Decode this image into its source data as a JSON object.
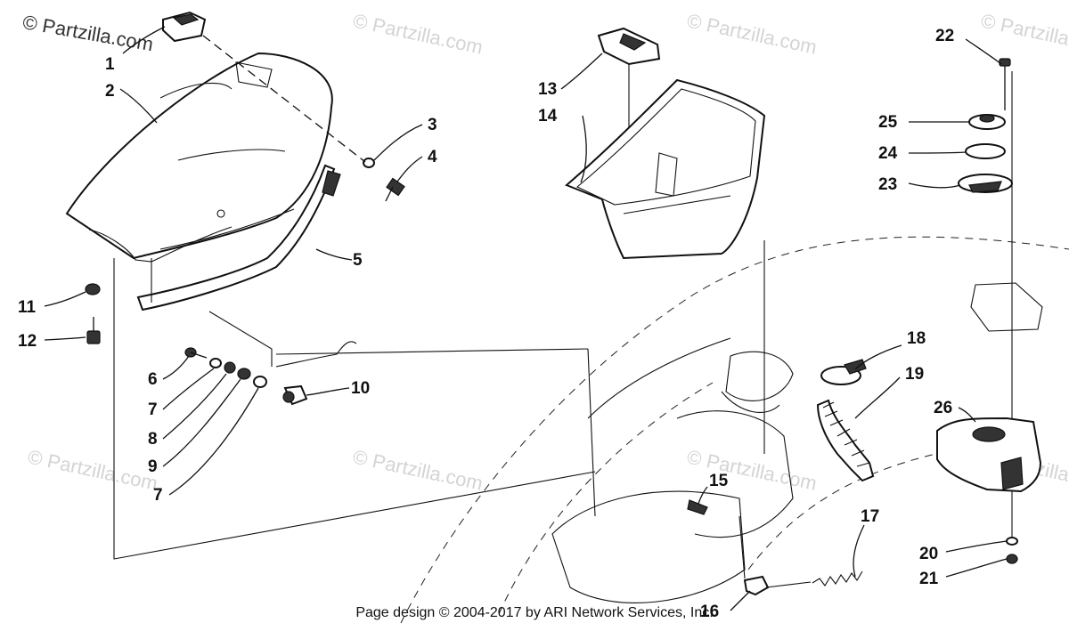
{
  "watermark": {
    "text": "© Partzilla.com",
    "header_text": "© Partzilla.com"
  },
  "footer": {
    "text": "Page design © 2004-2017 by ARI Network Services, Inc."
  },
  "callouts": [
    {
      "id": "1",
      "label": "1"
    },
    {
      "id": "2",
      "label": "2"
    },
    {
      "id": "3",
      "label": "3"
    },
    {
      "id": "4",
      "label": "4"
    },
    {
      "id": "5",
      "label": "5"
    },
    {
      "id": "6",
      "label": "6"
    },
    {
      "id": "7a",
      "label": "7"
    },
    {
      "id": "8",
      "label": "8"
    },
    {
      "id": "9",
      "label": "9"
    },
    {
      "id": "7b",
      "label": "7"
    },
    {
      "id": "10",
      "label": "10"
    },
    {
      "id": "11",
      "label": "11"
    },
    {
      "id": "12",
      "label": "12"
    },
    {
      "id": "13",
      "label": "13"
    },
    {
      "id": "14",
      "label": "14"
    },
    {
      "id": "15",
      "label": "15"
    },
    {
      "id": "16",
      "label": "16"
    },
    {
      "id": "17",
      "label": "17"
    },
    {
      "id": "18",
      "label": "18"
    },
    {
      "id": "19",
      "label": "19"
    },
    {
      "id": "20",
      "label": "20"
    },
    {
      "id": "21",
      "label": "21"
    },
    {
      "id": "22",
      "label": "22"
    },
    {
      "id": "23",
      "label": "23"
    },
    {
      "id": "24",
      "label": "24"
    },
    {
      "id": "25",
      "label": "25"
    },
    {
      "id": "26",
      "label": "26"
    }
  ]
}
